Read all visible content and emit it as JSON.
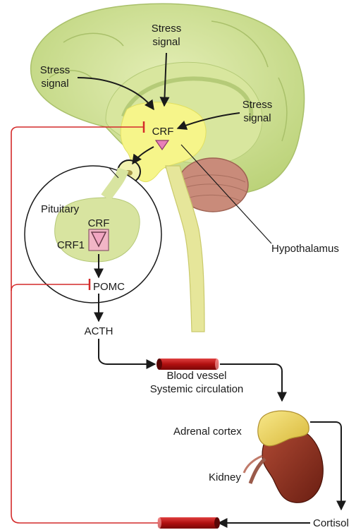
{
  "labels": {
    "stress_top_1": "Stress",
    "stress_top_2": "signal",
    "stress_left_1": "Stress",
    "stress_left_2": "signal",
    "stress_right_1": "Stress",
    "stress_right_2": "signal",
    "crf_brain": "CRF",
    "pituitary": "Pituitary",
    "crf_pituitary": "CRF",
    "crf1": "CRF1",
    "pomc": "POMC",
    "hypothalamus": "Hypothalamus",
    "acth": "ACTH",
    "blood_vessel_1": "Blood vessel",
    "blood_vessel_2": "Systemic circulation",
    "adrenal_cortex": "Adrenal cortex",
    "kidney": "Kidney",
    "cortisol": "Cortisol"
  },
  "colors": {
    "brain_green": "#c9dc8a",
    "brain_light": "#e3eeb4",
    "hypothalamus_yellow": "#f6f58a",
    "cerebellum": "#c98b7a",
    "inhibition_red": "#d42a2a",
    "vessel_red": "#c21a1a",
    "receptor_pink": "#f2b6c6",
    "crf_triangle": "#e87fb8",
    "adrenal_yellow": "#f0d860",
    "kidney_brown": "#8a2e1e"
  },
  "icons": [
    "inhibition-bar",
    "crf-triangle",
    "crf1-receptor",
    "blood-vessel"
  ]
}
